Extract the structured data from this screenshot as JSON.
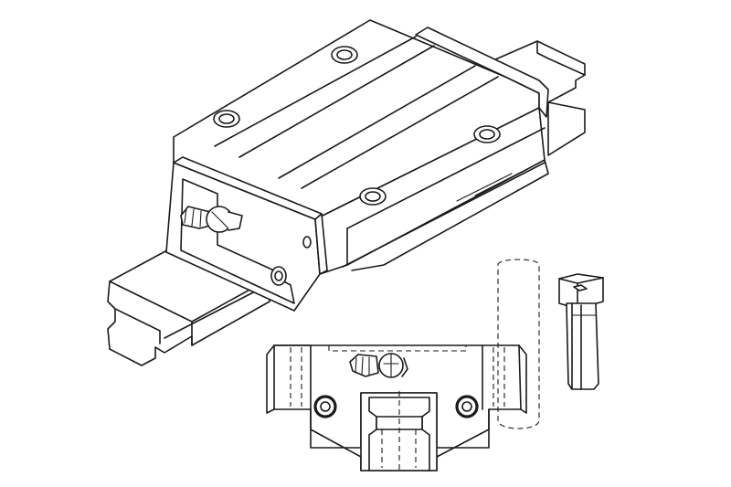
{
  "figure": {
    "description_parts": [
      "linear-guide-isometric",
      "linear-guide-cross-section",
      "mounting-bolt"
    ]
  },
  "colors": {
    "line": "#1a1a1a",
    "background": "#ffffff"
  }
}
